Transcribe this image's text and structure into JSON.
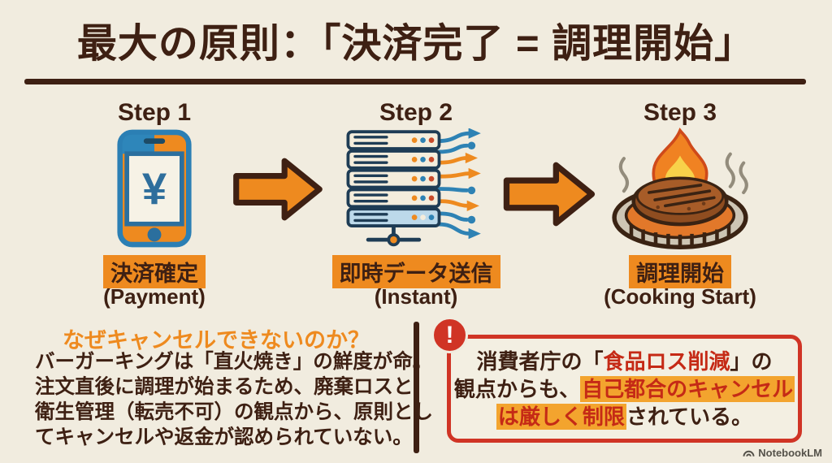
{
  "title": "最大の原則：「決済完了 = 調理開始」",
  "steps": [
    {
      "label": "Step 1",
      "caption": "決済確定",
      "caption_en": "(Payment)",
      "icon": "smartphone-yen-payment-icon"
    },
    {
      "label": "Step 2",
      "caption": "即時データ送信",
      "caption_en": "(Instant)",
      "icon": "server-instant-data-icon"
    },
    {
      "label": "Step 3",
      "caption": "調理開始",
      "caption_en": "(Cooking Start)",
      "icon": "grill-flame-cooking-icon"
    }
  ],
  "step1_icon_yen": "¥",
  "left_panel": {
    "heading": "なぜキャンセルできないのか？",
    "body_lines": [
      "バーガーキングは「直火焼き」の鮮度が命。",
      "注文直後に調理が始まるため、廃棄ロスと",
      "衛生管理（転売不可）の観点から、原則とし",
      "てキャンセルや返金が認められていない。"
    ]
  },
  "right_panel": {
    "alert_mark": "!",
    "lines": [
      [
        {
          "t": "消費者庁の「",
          "s": "dark"
        },
        {
          "t": "食品ロス削減",
          "s": "red"
        },
        {
          "t": "」の",
          "s": "dark"
        }
      ],
      [
        {
          "t": "観点からも、",
          "s": "dark"
        },
        {
          "t": "自己都合のキャンセル",
          "s": "red-hl"
        }
      ],
      [
        {
          "t": "は厳しく制限",
          "s": "red-hl"
        },
        {
          "t": "されている。",
          "s": "dark"
        }
      ]
    ]
  },
  "watermark": "NotebookLM",
  "colors": {
    "background": "#f1ecdf",
    "dark_brown": "#3e2013",
    "orange": "#ee8a1f",
    "red_text": "#c52a16",
    "red_border": "#d03425",
    "highlight": "#f3a42e",
    "blue": "#2e82b4",
    "navy": "#1e3c55"
  }
}
